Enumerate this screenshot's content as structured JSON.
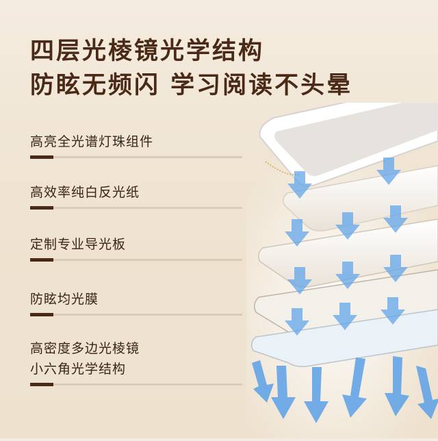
{
  "headline": {
    "line1": "四层光棱镜光学结构",
    "line2": "防眩无频闪 学习阅读不头晕"
  },
  "features": [
    {
      "lines": [
        "高亮全光谱灯珠组件"
      ]
    },
    {
      "lines": [
        "高效率纯白反光纸"
      ]
    },
    {
      "lines": [
        "定制专业导光板"
      ]
    },
    {
      "lines": [
        "防眩均光膜"
      ]
    },
    {
      "lines": [
        "高密度多边光棱镜",
        "小六角光学结构"
      ]
    }
  ],
  "colors": {
    "headline": "#4a2a16",
    "accent_bar": "#4a2a16",
    "divider": "#d9ccb9",
    "arrow": "#5aa0e6",
    "background": "#f1e6d6"
  }
}
